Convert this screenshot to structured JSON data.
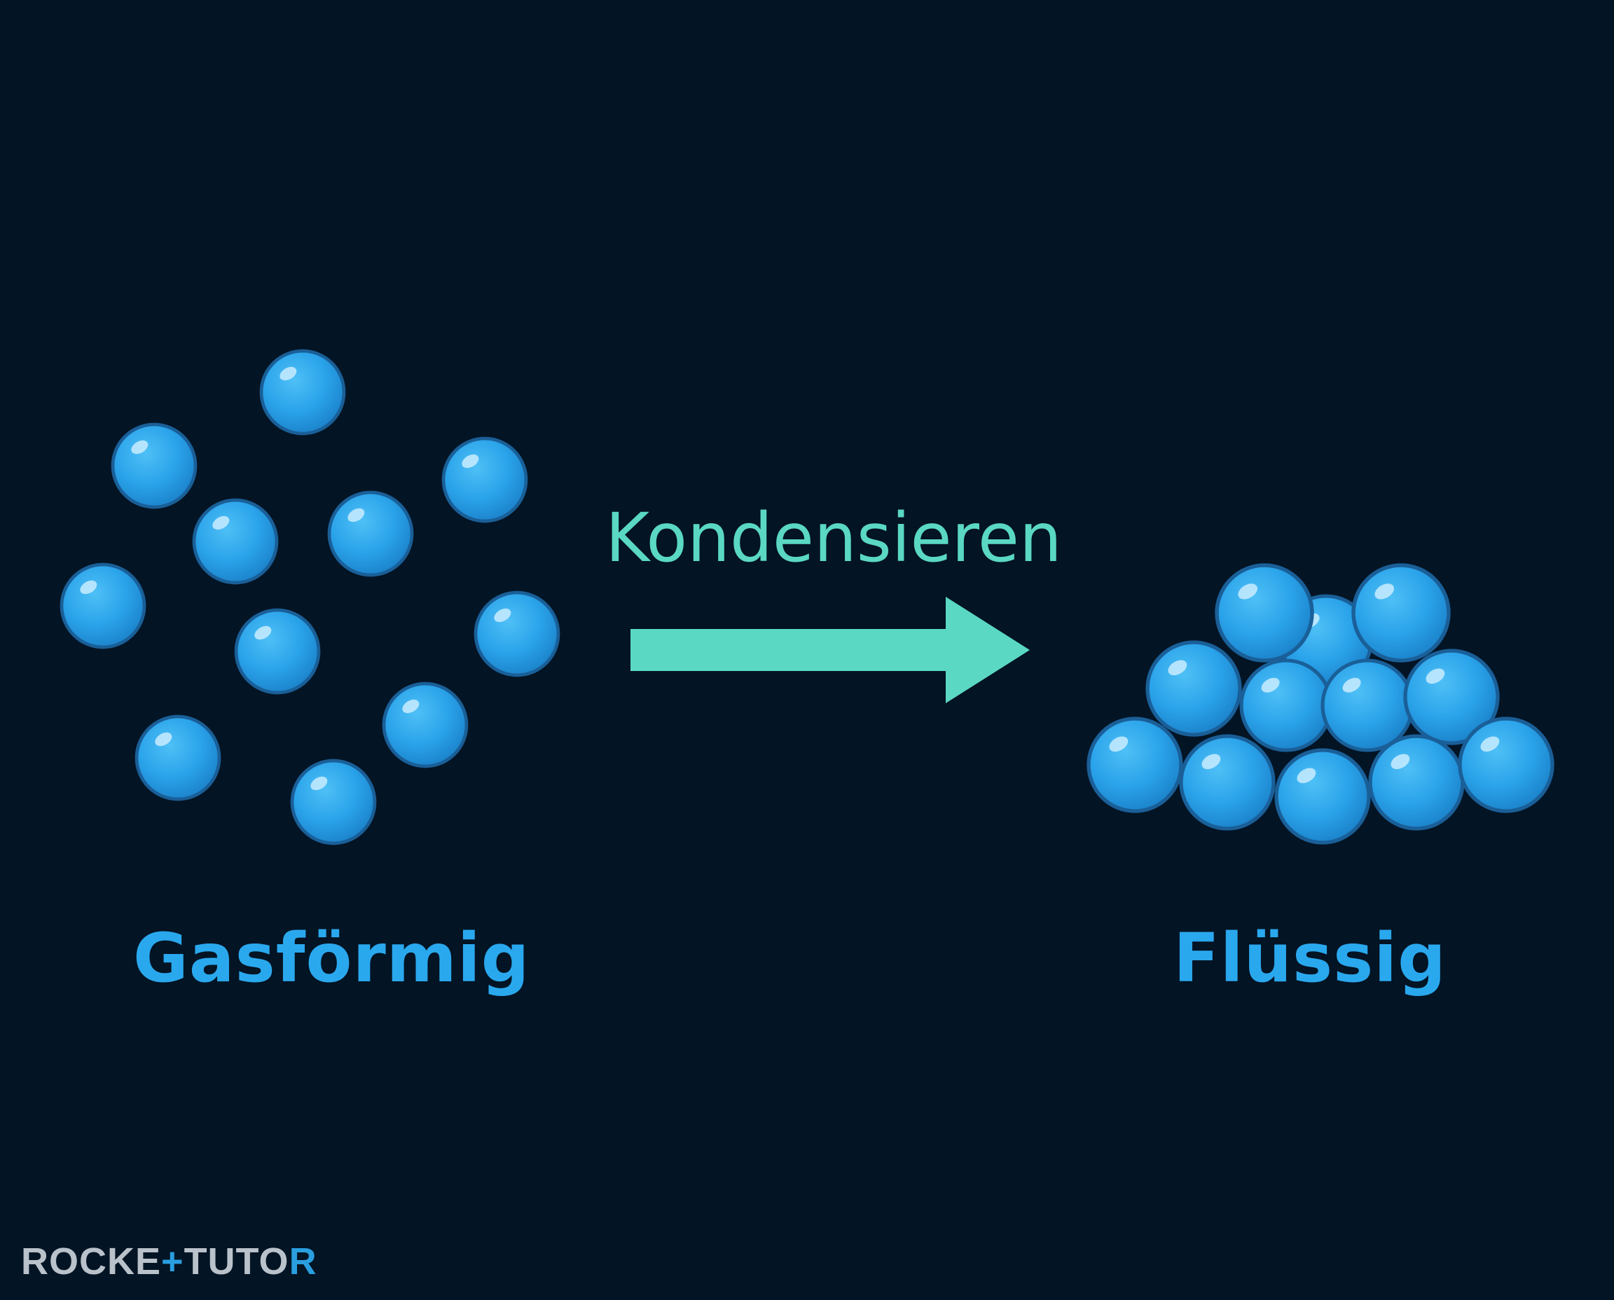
{
  "diagram": {
    "process_label": "Kondensieren",
    "state_from": "Gasförmig",
    "state_to": "Flüssig"
  },
  "branding": {
    "logo_text": "ROCKETTUTOR"
  },
  "colors": {
    "background": "#031424",
    "particle_fill": "#2aa3ea",
    "particle_stroke": "#1a5f98",
    "arrow": "#5ad8c4",
    "state_label": "#2aa8ee",
    "process_label": "#5ad8c4",
    "logo": "#b9c1ca"
  },
  "icons": {
    "particle": "sphere-particle",
    "arrow": "right-arrow-icon"
  }
}
